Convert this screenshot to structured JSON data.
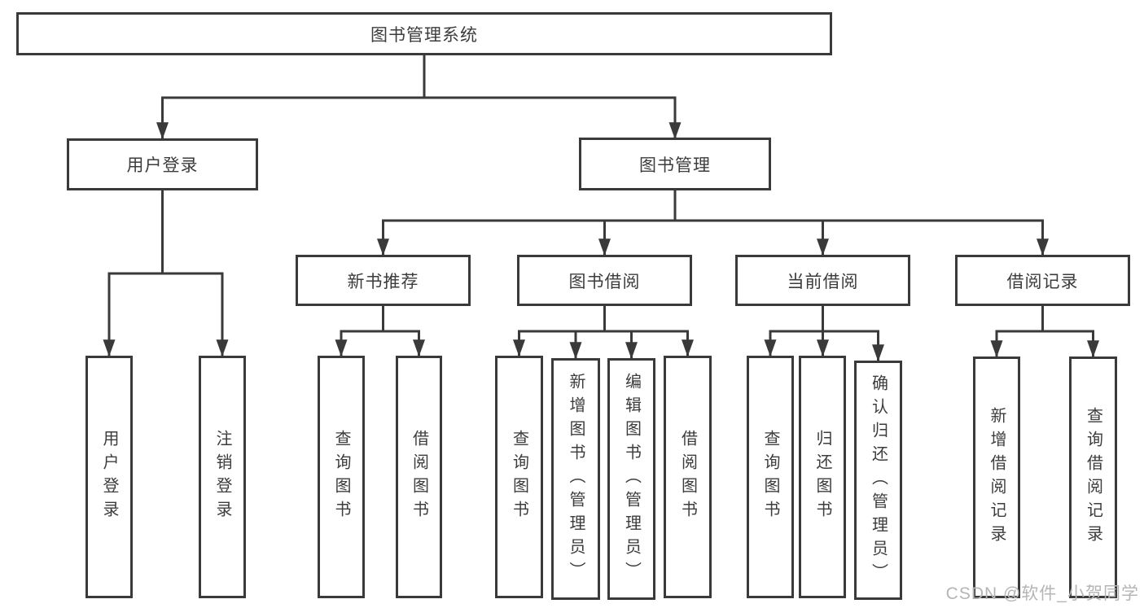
{
  "diagram": {
    "title": "图书管理系统",
    "branches": [
      {
        "label": "用户登录",
        "children": [
          {
            "label": "用户登录"
          },
          {
            "label": "注销登录"
          }
        ]
      },
      {
        "label": "图书管理",
        "children": [
          {
            "label": "新书推荐",
            "children": [
              {
                "label": "查询图书"
              },
              {
                "label": "借阅图书"
              }
            ]
          },
          {
            "label": "图书借阅",
            "children": [
              {
                "label": "查询图书"
              },
              {
                "label": "新增图书（管理员）"
              },
              {
                "label": "编辑图书（管理员）"
              },
              {
                "label": "借阅图书"
              }
            ]
          },
          {
            "label": "当前借阅",
            "children": [
              {
                "label": "查询图书"
              },
              {
                "label": "归还图书"
              },
              {
                "label": "确认归还（管理员）"
              }
            ]
          },
          {
            "label": "借阅记录",
            "children": [
              {
                "label": "新增借阅记录"
              },
              {
                "label": "查询借阅记录"
              }
            ]
          }
        ]
      }
    ]
  },
  "watermark": {
    "text": "CSDN @软件_小贺同学"
  },
  "colors": {
    "line": "#3a3a3a",
    "box_border": "#3a3a3a",
    "box_background": "#ffffff",
    "text": "#3c3c3c",
    "watermark": "#b5b5b5",
    "page_background": "#ffffff"
  }
}
